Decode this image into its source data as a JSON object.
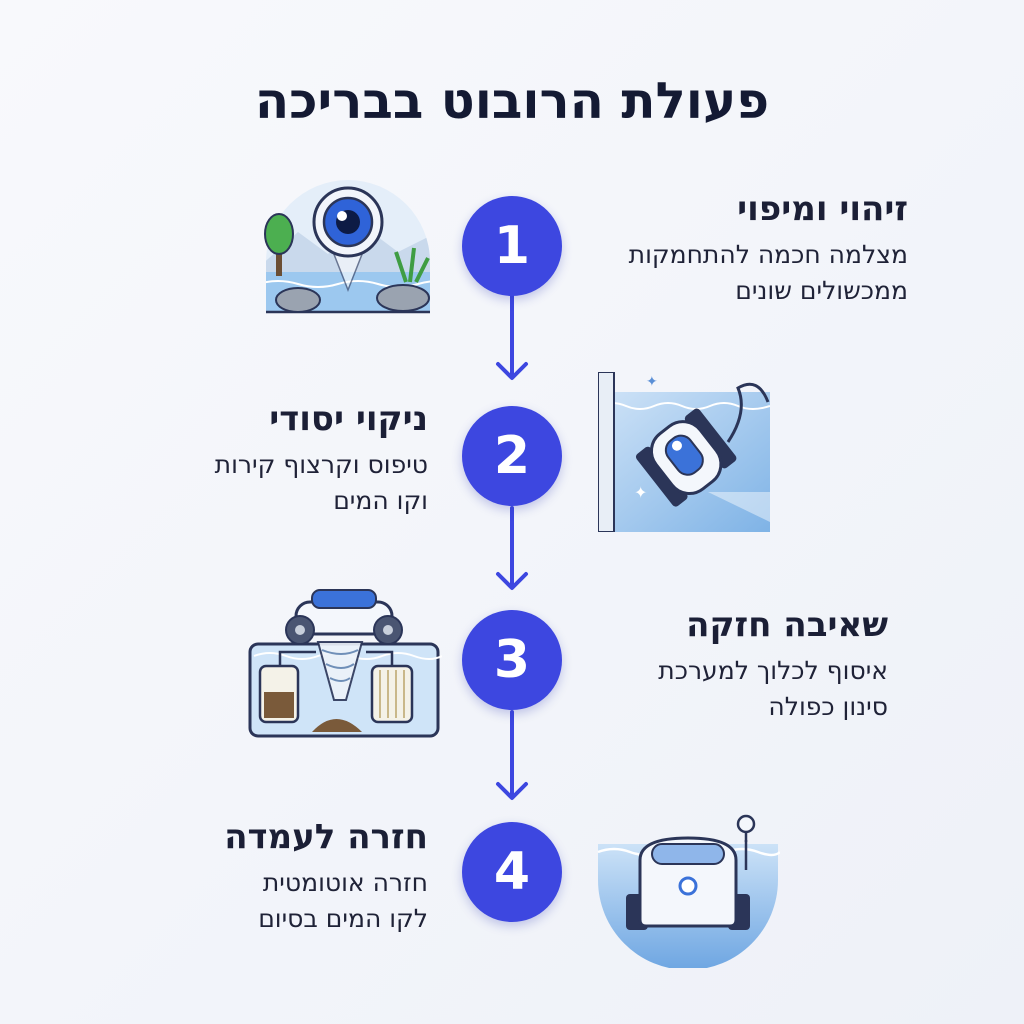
{
  "title": "פעולת הרובוט בבריכה",
  "colors": {
    "accent": "#3d47e0",
    "text": "#141a33",
    "water": "#9cc8ef",
    "background": "#f3f5fa"
  },
  "steps": [
    {
      "number": "1",
      "title": "זיהוי ומיפוי",
      "line1": "מצלמה חכמה להתחמקות",
      "line2": "ממכשולים שונים",
      "icon": "camera-eye-icon"
    },
    {
      "number": "2",
      "title": "ניקוי יסודי",
      "line1": "טיפוס וקרצוף קירות",
      "line2": "וקו המים",
      "icon": "wall-climbing-robot-icon"
    },
    {
      "number": "3",
      "title": "שאיבה חזקה",
      "line1": "איסוף לכלוך למערכת",
      "line2": "סינון כפולה",
      "icon": "suction-filter-icon"
    },
    {
      "number": "4",
      "title": "חזרה לעמדה",
      "line1": "חזרה אוטומטית",
      "line2": "לקו המים בסיום",
      "icon": "robot-return-icon"
    }
  ]
}
